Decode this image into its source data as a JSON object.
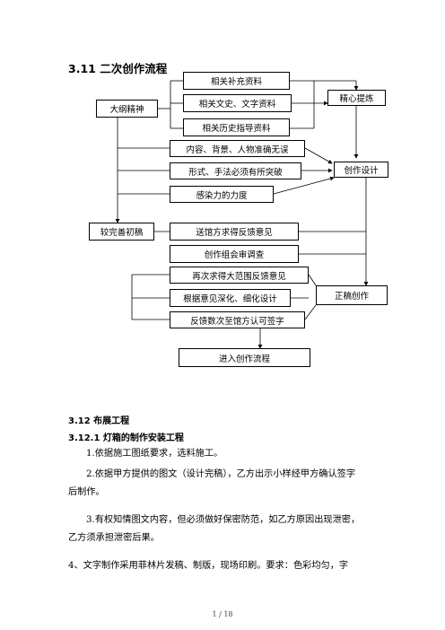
{
  "section_title": "3.11 二次创作流程",
  "flow": {
    "left_main": "大纲精神",
    "supplement": "相关补充资料",
    "literature": "相关文史、文字资料",
    "history": "相关历史指导资料",
    "refine": "精心提炼",
    "content": "内容、背景、人物准确无误",
    "form": "形式、手法必须有所突破",
    "appeal": "感染力的力度",
    "design": "创作设计",
    "draft": "较完善初稿",
    "send": "送馆方求得反馈意见",
    "review": "创作组会审调查",
    "again": "再次求得大范围反馈意见",
    "deepen": "根据意见深化、细化设计",
    "formal": "正稿创作",
    "sign": "反馈数次至馆方认可签字",
    "enter": "进入创作流程"
  },
  "exhibit": {
    "h1": "3.12 布展工程",
    "h2": "3.12.1 灯箱的制作安装工程",
    "p1": "1.依据施工图纸要求，选料施工。",
    "p2a": "2.依据甲方提供的图文（设计完稿），乙方出示小样经甲方确认签字",
    "p2b": "后制作。",
    "p3a": "3.有权知情图文内容，但必须做好保密防范，如乙方原因出现泄密，",
    "p3b": "乙方须承担泄密后果。",
    "p4": "4、文字制作采用菲林片发稿、制版，现场印刷。要求：色彩均匀，字"
  },
  "footer": "1 / 18"
}
